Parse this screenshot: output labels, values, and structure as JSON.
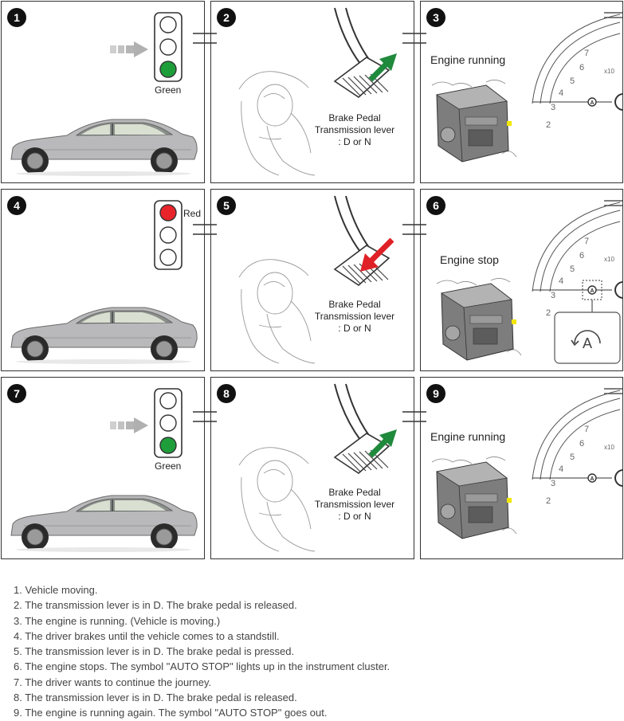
{
  "panels": [
    {
      "number": "1",
      "light_label": "Green",
      "light_state": "green"
    },
    {
      "number": "2",
      "pedal_lines": [
        "Brake Pedal",
        "Transmission lever",
        ": D or N"
      ],
      "arrow": "release"
    },
    {
      "number": "3",
      "engine_label": "Engine running",
      "auto_stop_symbol": false
    },
    {
      "number": "4",
      "light_label": "Red",
      "light_state": "red"
    },
    {
      "number": "5",
      "pedal_lines": [
        "Brake Pedal",
        "Transmission lever",
        ": D or N"
      ],
      "arrow": "press"
    },
    {
      "number": "6",
      "engine_label": "Engine stop",
      "auto_stop_symbol": true
    },
    {
      "number": "7",
      "light_label": "Green",
      "light_state": "green"
    },
    {
      "number": "8",
      "pedal_lines": [
        "Brake Pedal",
        "Transmission lever",
        ": D or N"
      ],
      "arrow": "release"
    },
    {
      "number": "9",
      "engine_label": "Engine running",
      "auto_stop_symbol": false
    }
  ],
  "cluster_marks": [
    "7",
    "6",
    "5",
    "4",
    "3",
    "2",
    "x10"
  ],
  "legend": [
    "1. Vehicle moving.",
    "2. The transmission lever is in D. The brake pedal is released.",
    "3. The engine is running. (Vehicle is moving.)",
    "4. The driver brakes until the vehicle comes to a standstill.",
    "5. The transmission lever is in D. The brake pedal is pressed.",
    "6. The engine stops. The symbol \"AUTO STOP\" lights up in the instrument cluster.",
    "7. The driver wants to continue the journey.",
    "8. The transmission lever is in D. The brake pedal is released.",
    "9. The engine is running again. The symbol \"AUTO STOP\" goes out."
  ],
  "colors": {
    "green": "#1e9e3a",
    "red": "#e8242a",
    "arrow_green": "#1f8a3c",
    "arrow_red": "#e02027",
    "marker_yellow": "#f2e600",
    "car_body": "#b9b9bb"
  }
}
